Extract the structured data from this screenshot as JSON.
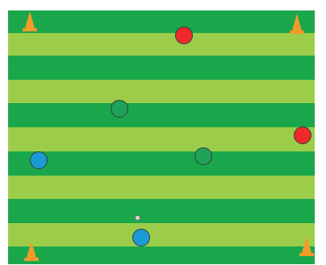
{
  "field": {
    "light_stripe_color": "#9ccd4a",
    "dark_stripe_color": "#1aa74b"
  },
  "team_colors": {
    "red": "#ee2a2a",
    "green": "#1fa157",
    "blue": "#1b9bd6"
  },
  "cone_color": "#f39a2a",
  "players": [
    {
      "name": "player-red-1",
      "team": "red"
    },
    {
      "name": "player-red-2",
      "team": "red"
    },
    {
      "name": "player-green-1",
      "team": "green"
    },
    {
      "name": "player-green-2",
      "team": "green"
    },
    {
      "name": "player-blue-1",
      "team": "blue"
    },
    {
      "name": "player-blue-2",
      "team": "blue"
    }
  ],
  "ball_icon": "soccer-ball-icon",
  "cone_icon": "cone-icon"
}
